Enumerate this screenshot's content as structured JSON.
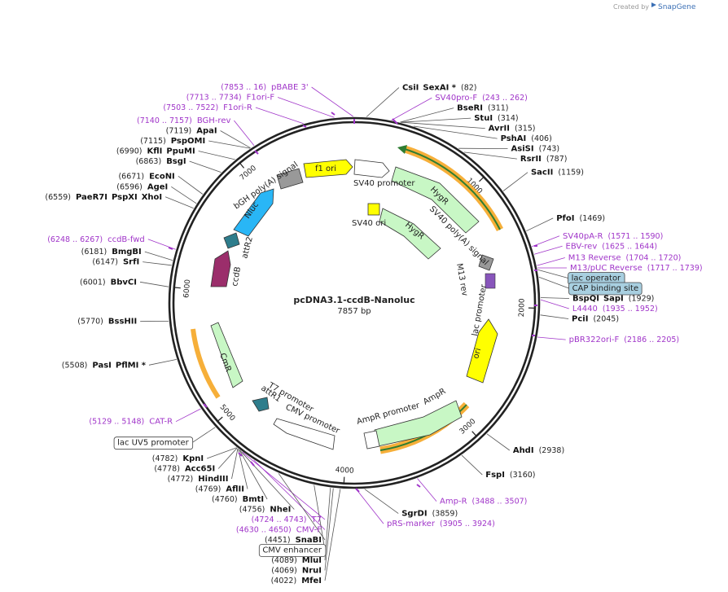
{
  "header": {
    "created_by": "Created by",
    "brand": "SnapGene"
  },
  "plasmid": {
    "name": "pcDNA3.1-ccdB-Nanoluc",
    "length": "7857 bp"
  },
  "ticks": [
    {
      "label": "1000",
      "pos": 1000
    },
    {
      "label": "2000",
      "pos": 2000
    },
    {
      "label": "3000",
      "pos": 3000
    },
    {
      "label": "4000",
      "pos": 4000
    },
    {
      "label": "5000",
      "pos": 5000
    },
    {
      "label": "6000",
      "pos": 6000
    },
    {
      "label": "7000",
      "pos": 7000
    }
  ],
  "labels": [
    {
      "name": "CsiI",
      "sub": "SexAI *",
      "pos": "(82)",
      "bp": 82
    },
    {
      "name": "SV40pro-F",
      "pos": "(243 .. 262)",
      "bp": 252,
      "purple": true
    },
    {
      "name": "BseRI",
      "pos": "(311)",
      "bp": 311
    },
    {
      "name": "StuI",
      "pos": "(314)",
      "bp": 314
    },
    {
      "name": "AvrII",
      "pos": "(315)",
      "bp": 315
    },
    {
      "name": "PshAI",
      "pos": "(406)",
      "bp": 406
    },
    {
      "name": "AsiSI",
      "pos": "(743)",
      "bp": 743
    },
    {
      "name": "RsrII",
      "pos": "(787)",
      "bp": 787
    },
    {
      "name": "SacII",
      "pos": "(1159)",
      "bp": 1159
    },
    {
      "name": "PfoI",
      "pos": "(1469)",
      "bp": 1469
    },
    {
      "name": "SV40pA-R",
      "pos": "(1571 .. 1590)",
      "bp": 1580,
      "purple": true
    },
    {
      "name": "EBV-rev",
      "pos": "(1625 .. 1644)",
      "bp": 1634,
      "purple": true
    },
    {
      "name": "M13 Reverse",
      "pos": "(1704 .. 1720)",
      "bp": 1712,
      "purple": true
    },
    {
      "name": "lac operator",
      "box": "#a8cfe0",
      "bp": 1740
    },
    {
      "name": "M13/pUC Reverse",
      "pos": "(1717 .. 1739)",
      "bp": 1728,
      "purple": true
    },
    {
      "name": "CAP binding site",
      "box": "#a8cfe0",
      "bp": 1790
    },
    {
      "name": "BspQI",
      "sub": "SapI",
      "pos": "(1929)",
      "bp": 1929
    },
    {
      "name": "L4440",
      "pos": "(1935 .. 1952)",
      "bp": 1943,
      "purple": true
    },
    {
      "name": "PciI",
      "pos": "(2045)",
      "bp": 2045
    },
    {
      "name": "pBR322ori-F",
      "pos": "(2186 .. 2205)",
      "bp": 2195,
      "purple": true
    },
    {
      "name": "AhdI",
      "pos": "(2938)",
      "bp": 2938
    },
    {
      "name": "FspI",
      "pos": "(3160)",
      "bp": 3160
    },
    {
      "name": "Amp-R",
      "pos": "(3488 .. 3507)",
      "bp": 3497,
      "purple": true
    },
    {
      "name": "SgrDI",
      "pos": "(3859)",
      "bp": 3859
    },
    {
      "name": "pRS-marker",
      "pos": "(3905 .. 3924)",
      "bp": 3914,
      "purple": true
    },
    {
      "name": "MfeI",
      "pos": "(4022)",
      "bp": 4022
    },
    {
      "name": "NruI",
      "pos": "(4069)",
      "bp": 4069
    },
    {
      "name": "MluI",
      "pos": "(4089)",
      "bp": 4089
    },
    {
      "name": "CMV enhancer",
      "box": "#ffffff",
      "bp": 4200
    },
    {
      "name": "SnaBI",
      "pos": "(4451)",
      "bp": 4451
    },
    {
      "name": "CMV-F",
      "pos": "(4630 .. 4650)",
      "bp": 4640,
      "purple": true
    },
    {
      "name": "T7",
      "pos": "(4724 .. 4743)",
      "bp": 4733,
      "purple": true
    },
    {
      "name": "NheI",
      "pos": "(4756)",
      "bp": 4756
    },
    {
      "name": "BmtI",
      "pos": "(4760)",
      "bp": 4760
    },
    {
      "name": "AflII",
      "pos": "(4769)",
      "bp": 4769
    },
    {
      "name": "HindIII",
      "pos": "(4772)",
      "bp": 4772
    },
    {
      "name": "Acc65I",
      "pos": "(4778)",
      "bp": 4778
    },
    {
      "name": "KpnI",
      "pos": "(4782)",
      "bp": 4782
    },
    {
      "name": "lac UV5 promoter",
      "box": "#ffffff",
      "bp": 4980
    },
    {
      "name": "CAT-R",
      "pos": "(5129 .. 5148)",
      "bp": 5138,
      "purple": true
    },
    {
      "name": "PasI",
      "sub": "PflMI *",
      "pos": "(5508)",
      "bp": 5508
    },
    {
      "name": "BssHII",
      "pos": "(5770)",
      "bp": 5770
    },
    {
      "name": "BbvCI",
      "pos": "(6001)",
      "bp": 6001
    },
    {
      "name": "SrfI",
      "pos": "(6147)",
      "bp": 6147
    },
    {
      "name": "BmgBI",
      "pos": "(6181)",
      "bp": 6181
    },
    {
      "name": "ccdB-fwd",
      "pos": "(6248 .. 6267)",
      "bp": 6257,
      "purple": true
    },
    {
      "name": "PaeR7I",
      "sub": "PspXI",
      "sub2": "XhoI",
      "pos": "(6559)",
      "bp": 6559
    },
    {
      "name": "AgeI",
      "pos": "(6596)",
      "bp": 6596
    },
    {
      "name": "EcoNI",
      "pos": "(6671)",
      "bp": 6671
    },
    {
      "name": "BsgI",
      "pos": "(6863)",
      "bp": 6863
    },
    {
      "name": "KflI",
      "sub": "PpuMI",
      "pos": "(6990)",
      "bp": 6990
    },
    {
      "name": "PspOMI",
      "pos": "(7115)",
      "bp": 7115
    },
    {
      "name": "ApaI",
      "pos": "(7119)",
      "bp": 7119
    },
    {
      "name": "BGH-rev",
      "pos": "(7140 .. 7157)",
      "bp": 7148,
      "purple": true
    },
    {
      "name": "F1ori-R",
      "pos": "(7503 .. 7522)",
      "bp": 7512,
      "purple": true
    },
    {
      "name": "F1ori-F",
      "pos": "(7713 .. 7734)",
      "bp": 7723,
      "purple": true
    },
    {
      "name": "pBABE 3'",
      "pos": "(7853 .. 16)",
      "bp": 7850,
      "purple": true
    }
  ],
  "features": [
    {
      "name": "f1 ori",
      "color": "#ffff00"
    },
    {
      "name": "SV40 promoter",
      "color": "#ffffff"
    },
    {
      "name": "HygR",
      "color": "#c8f7c5"
    },
    {
      "name": "SV40 poly(A) signal",
      "color": "#c8f7c5"
    },
    {
      "name": "SV40 ori",
      "color": "#ffff00"
    },
    {
      "name": "HygR",
      "color": "#c8f7c5"
    },
    {
      "name": "M13 rev",
      "color": "#999999"
    },
    {
      "name": "lac promoter",
      "color": "#ffffff"
    },
    {
      "name": "ori",
      "color": "#ffff00"
    },
    {
      "name": "AmpR",
      "color": "#c8f7c5"
    },
    {
      "name": "AmpR promoter",
      "color": "#ffffff"
    },
    {
      "name": "CMV promoter",
      "color": "#ffffff"
    },
    {
      "name": "T7 promoter",
      "color": "#ffffff"
    },
    {
      "name": "attR1",
      "color": "#2e7d8c"
    },
    {
      "name": "CmR",
      "color": "#c8f7c5"
    },
    {
      "name": "ccdB",
      "color": "#9b2e6b"
    },
    {
      "name": "attR2",
      "color": "#2e7d8c"
    },
    {
      "name": "Nluc",
      "color": "#29b6f6"
    },
    {
      "name": "bGH poly(A) signal",
      "color": "#999999"
    }
  ]
}
